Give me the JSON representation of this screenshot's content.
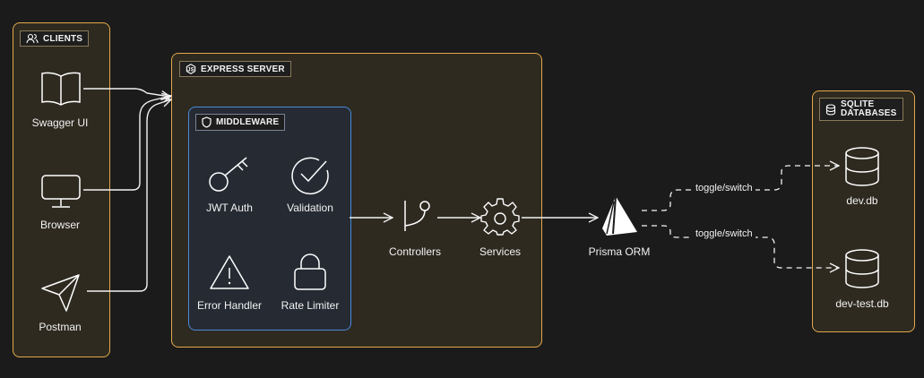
{
  "groups": {
    "clients": "CLIENTS",
    "express": "EXPRESS SERVER",
    "middleware": "MIDDLEWARE",
    "databases_line1": "SQLITE",
    "databases_line2": "DATABASES"
  },
  "nodes": {
    "swagger": "Swagger UI",
    "browser": "Browser",
    "postman": "Postman",
    "jwt": "JWT Auth",
    "validation": "Validation",
    "error_handler": "Error Handler",
    "rate_limiter": "Rate Limiter",
    "controllers": "Controllers",
    "services": "Services",
    "prisma": "Prisma ORM",
    "dev_db": "dev.db",
    "dev_test_db": "dev-test.db"
  },
  "edges": {
    "toggle_1": "toggle/switch",
    "toggle_2": "toggle/switch"
  },
  "colors": {
    "group_border": "#e3a84a",
    "middleware_border": "#4a8ad8",
    "background": "#1b1b1b"
  }
}
